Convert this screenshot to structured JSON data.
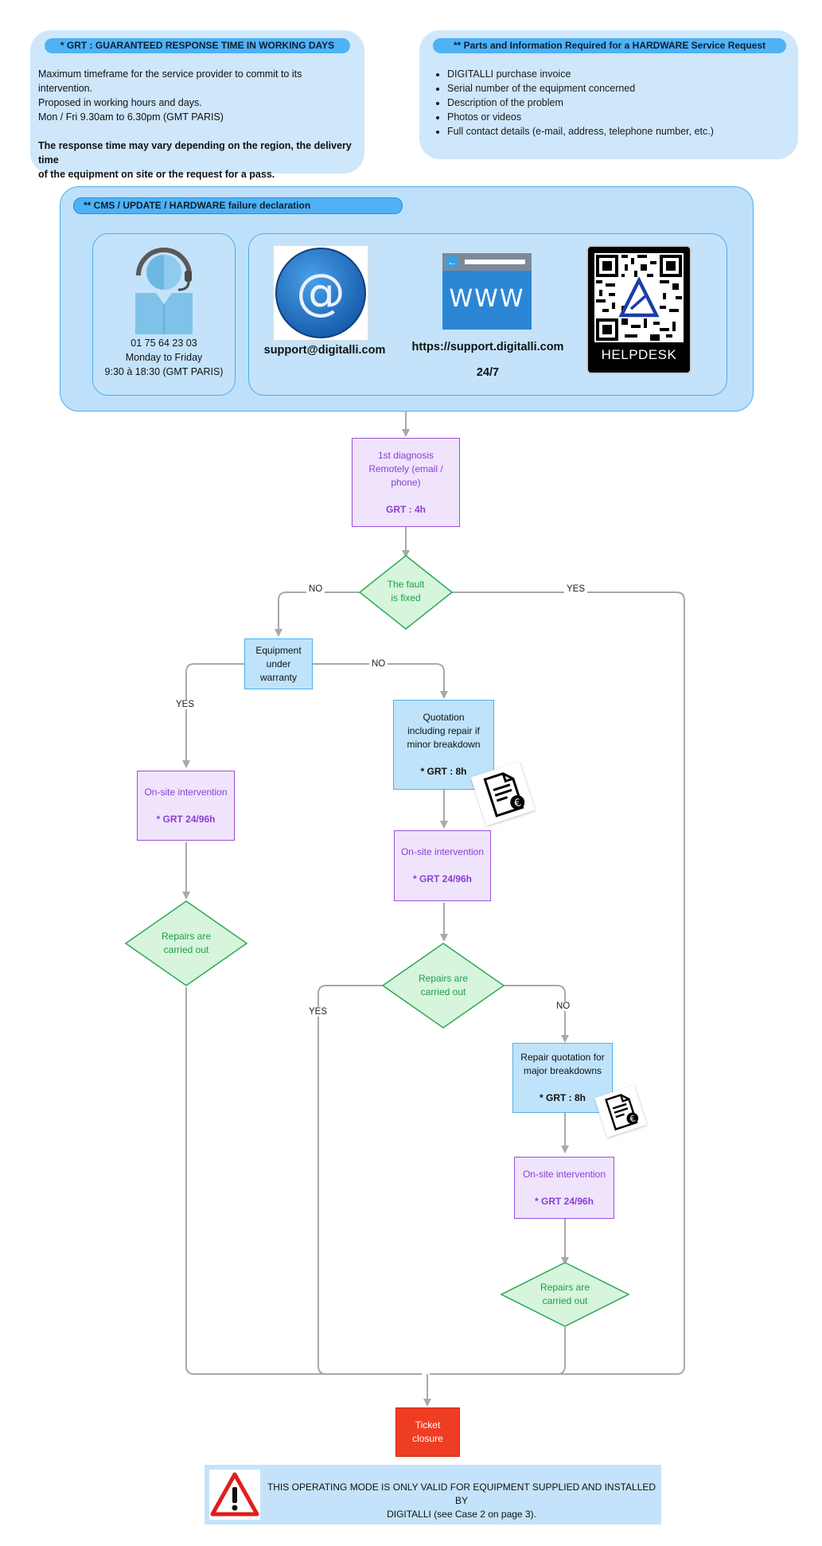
{
  "grt_panel": {
    "title": "* GRT : GUARANTEED RESPONSE TIME IN WORKING DAYS",
    "line1": "Maximum timeframe for the service provider to commit to its",
    "line2": "intervention.",
    "line3": "Proposed in working hours and days.",
    "line4": "Mon / Fri 9.30am to 6.30pm (GMT PARIS)",
    "bold1": "The response time may vary depending on the region, the delivery time",
    "bold2": "of the equipment on site or the request for a pass."
  },
  "parts_panel": {
    "title": "** Parts and Information Required for a HARDWARE Service Request",
    "items": [
      "DIGITALLI purchase invoice",
      "Serial number of the equipment concerned",
      "Description of the problem",
      "Photos or videos",
      "Full contact details (e-mail, address, telephone number, etc.)"
    ]
  },
  "declaration": {
    "title": "** CMS / UPDATE / HARDWARE failure declaration",
    "phone": "01 75 64 23 03",
    "days": "Monday to Friday",
    "hours": "9:30 à 18:30 (GMT PARIS)",
    "email": "support@digitalli.com",
    "website": "https://support.digitalli.com",
    "www_icon_text": "WWW",
    "availability": "24/7",
    "qr_label": "HELPDESK"
  },
  "flow": {
    "diag_l1": "1st diagnosis",
    "diag_l2": "Remotely (email /",
    "diag_l3": "phone)",
    "diag_grt": "GRT : 4h",
    "fixed_l1": "The fault",
    "fixed_l2": "is fixed",
    "no": "NO",
    "yes": "YES",
    "warranty_l1": "Equipment",
    "warranty_l2": "under",
    "warranty_l3": "warranty",
    "quote_l1": "Quotation",
    "quote_l2": "including repair if",
    "quote_l3": "minor breakdown",
    "quote_grt": "* GRT : 8h",
    "onsite": "On-site intervention",
    "onsite_grt": "* GRT 24/96h",
    "repairs_l1": "Repairs are",
    "repairs_l2": "carried out",
    "rq_l1": "Repair quotation for",
    "rq_l2": "major breakdowns",
    "rq_grt": "* GRT : 8h",
    "closure_l1": "Ticket",
    "closure_l2": "closure"
  },
  "warning": {
    "line1": "THIS OPERATING MODE IS ONLY VALID FOR EQUIPMENT SUPPLIED AND INSTALLED BY",
    "line2": "DIGITALLI (see Case 2 on page 3)."
  },
  "colors": {
    "panel": "#cfe7fb",
    "pill": "#4fb2f5",
    "purple": "#9a4fdc",
    "green": "#2ea85a",
    "red": "#ef3d24",
    "connector": "#a9a9a9"
  },
  "icons": [
    "headset-agent-icon",
    "email-at-icon",
    "www-browser-icon",
    "qr-code-icon",
    "invoice-euro-icon",
    "warning-triangle-icon"
  ]
}
